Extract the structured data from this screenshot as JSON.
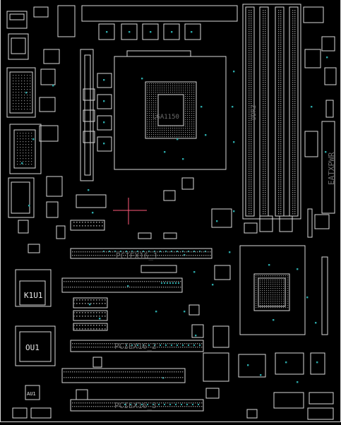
{
  "board": {
    "background": "#000000",
    "outline_color": "#d8d8d8",
    "pad_color": "#2aa6a6",
    "cursor_color": "#ff5a7a"
  },
  "labels": {
    "cpu_socket": "LGA1150",
    "memory_slots": "DDR3",
    "power_connector": "EATXPWR",
    "pcie_1": "PCIEX16_1",
    "pcie_2": "PCIEX16_2",
    "pcie_3": "PCIEX16_3",
    "chip_k1u1": "K1U1",
    "chip_ou1": "OU1",
    "chip_au1": "AU1"
  }
}
